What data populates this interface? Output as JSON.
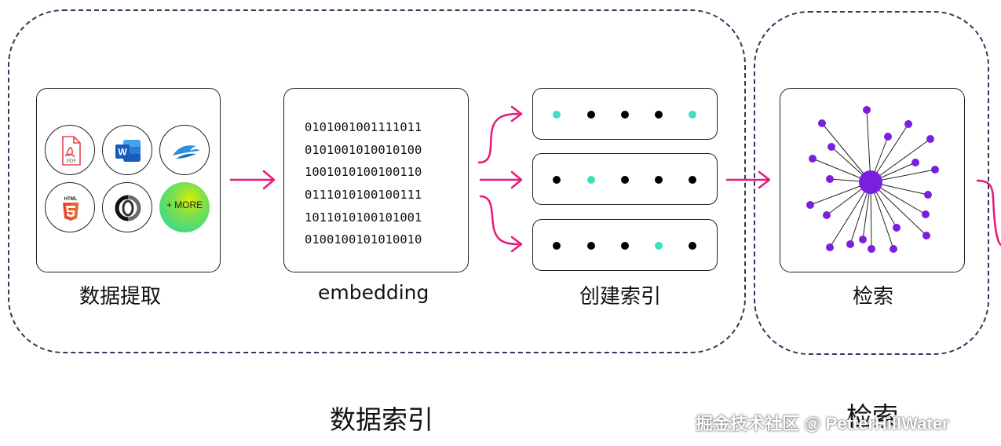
{
  "groups": {
    "indexing_label": "数据索引",
    "search_label": "检索"
  },
  "stages": {
    "extract_label": "数据提取",
    "embedding_label": "embedding",
    "index_label": "创建索引",
    "search_label": "检索"
  },
  "sources": {
    "more_label": "+ MORE",
    "pdf_text": "PDF",
    "html_text": "HTML",
    "word_text": "W"
  },
  "binary_lines": [
    "0101001001111011",
    "0101001010010100",
    "1001010100100110",
    "0111010100100111",
    "1011010100101001",
    "0100100101010010"
  ],
  "index_rows": [
    {
      "highlight": [
        0,
        4
      ]
    },
    {
      "highlight": [
        1
      ]
    },
    {
      "highlight": [
        3
      ]
    }
  ],
  "colors": {
    "arrow": "#e8197a",
    "border": "#2b3a57",
    "dot_highlight": "#3ee0c0",
    "graph_node": "#7a1fe0"
  },
  "watermark": "掘金技术社区 @ PetterHillWater"
}
